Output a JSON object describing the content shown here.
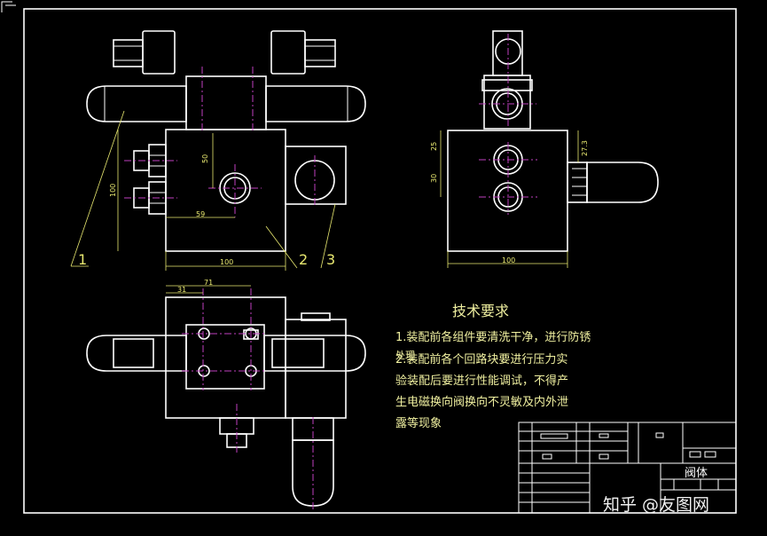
{
  "drawing": {
    "balloons": [
      "1",
      "2",
      "3"
    ],
    "dims_front": {
      "d1": "50",
      "d2": "59",
      "d3": "100",
      "d4": "100"
    },
    "dims_side": {
      "d1": "25",
      "d2": "30",
      "d3": "27.3",
      "d4": "100"
    },
    "dims_top": {
      "d1": "31",
      "d2": "71"
    }
  },
  "notes": {
    "heading": "技术要求",
    "lines": [
      "1.装配前各组件要清洗干净，进行防锈",
      "2.装配前各个回路块要进行压力实",
      "处理",
      "验装配后要进行性能调试，不得产",
      "生电磁换向阀换向不灵敏及内外泄",
      "露等现象"
    ]
  },
  "title_block": {
    "part_name": "阀体"
  },
  "watermark": "知乎 @友图网",
  "colors": {
    "background": "#000000",
    "lines": "#ffffff",
    "centerlines": "#c040c0",
    "dimensions": "#e8e870"
  }
}
